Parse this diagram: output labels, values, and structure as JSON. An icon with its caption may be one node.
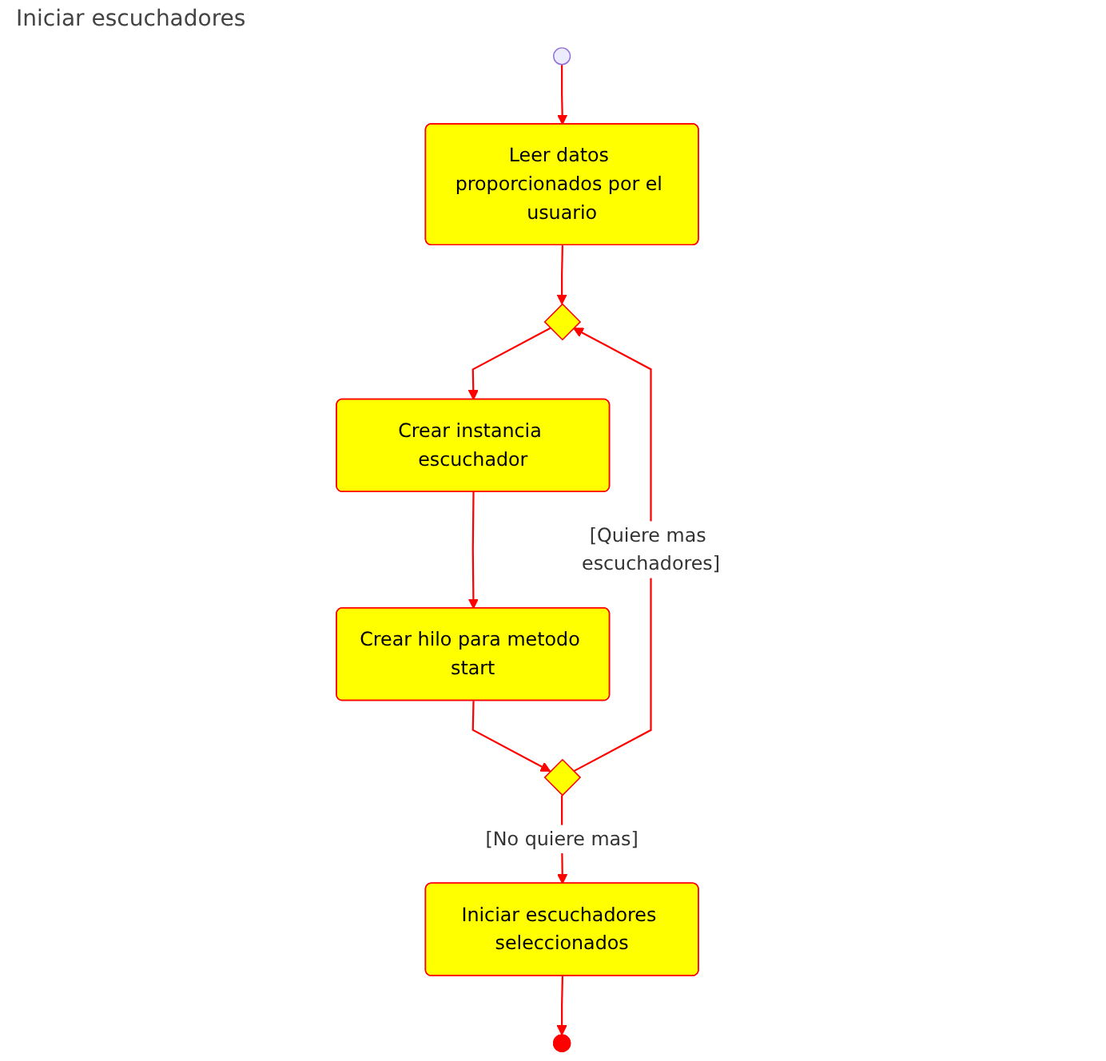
{
  "diagram": {
    "nodes": [
      {
        "text": [],
        "shape": "circle"
      },
      {
        "text": [
          "Leer datos proporcionados por el usuario"
        ]
      },
      {
        "text": [],
        "shape": "diamond"
      },
      {
        "text": [
          "Crear instancia escuchador"
        ]
      },
      {
        "text": [
          "Crear hilo para metodo start"
        ]
      },
      {
        "text": [],
        "shape": "diamond"
      },
      {
        "text": [
          "Iniciar escuchadores seleccionados"
        ]
      },
      {
        "text": [],
        "shape": "circle"
      }
    ],
    "edges": [
      {
        "from": 0,
        "to": 1,
        "arrow": "to"
      },
      {
        "from": 1,
        "to": 2,
        "arrow": "to"
      },
      {
        "from": 2,
        "to": 3,
        "arrow": "to"
      },
      {
        "from": 3,
        "to": 4,
        "arrow": "to"
      },
      {
        "from": 4,
        "to": 5,
        "arrow": "to"
      },
      {
        "from": 5,
        "to": 2,
        "arrow": "to",
        "label": "[Quiere mas escuchadores]"
      },
      {
        "from": 5,
        "to": 6,
        "arrow": "to",
        "label": "[No quiere mas]"
      },
      {
        "from": 6,
        "to": 7,
        "arrow": "to"
      }
    ],
    "labels": [
      "Iniciar escuchadores"
    ]
  }
}
